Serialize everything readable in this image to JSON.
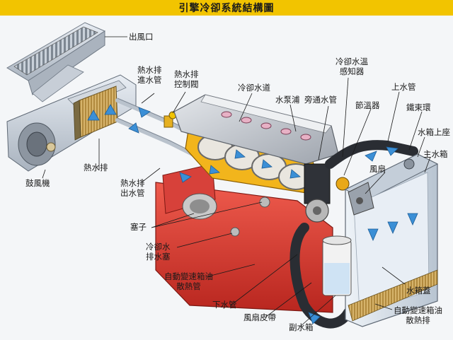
{
  "title": "引擎冷卻系統結構圖",
  "labels": {
    "outlet": "出風口",
    "heater_inlet_pipe": [
      "熱水排",
      "進水管"
    ],
    "heater_valve": [
      "熱水排",
      "控制閥"
    ],
    "coolant_passage": "冷卻水道",
    "water_pump": "水泵浦",
    "bypass_pipe": "旁通水管",
    "temp_sensor": [
      "冷卻水溫",
      "感知器"
    ],
    "thermostat": "節溫器",
    "upper_hose": "上水管",
    "hose_clamp": "鐵束環",
    "radiator_upper_tank": "水箱上座",
    "main_radiator": "主水箱",
    "fan": "風扇",
    "blower": "鼓風機",
    "heater_core": "熱水排",
    "heater_outlet_pipe": [
      "熱水排",
      "出水管"
    ],
    "plug": "塞子",
    "drain_plug": [
      "冷卻水",
      "排水塞"
    ],
    "atf_cooler_pipe": [
      "自動變速箱油",
      "散熱管"
    ],
    "lower_hose": "下水管",
    "fan_belt": "風扇皮帶",
    "reservoir": "副水箱",
    "radiator_cap": "水箱蓋",
    "atf_cooler": [
      "自動變速箱油",
      "散熱排"
    ]
  },
  "colors": {
    "title_bar": "#f2c400",
    "engine_block": "#e0453a",
    "cylinder_head": "#c9ccd3",
    "gasket": "#f2b51c",
    "hose": "#2a2d33",
    "flow_arrow": "#3b8fd6",
    "radiator": "#d9e3ee"
  }
}
